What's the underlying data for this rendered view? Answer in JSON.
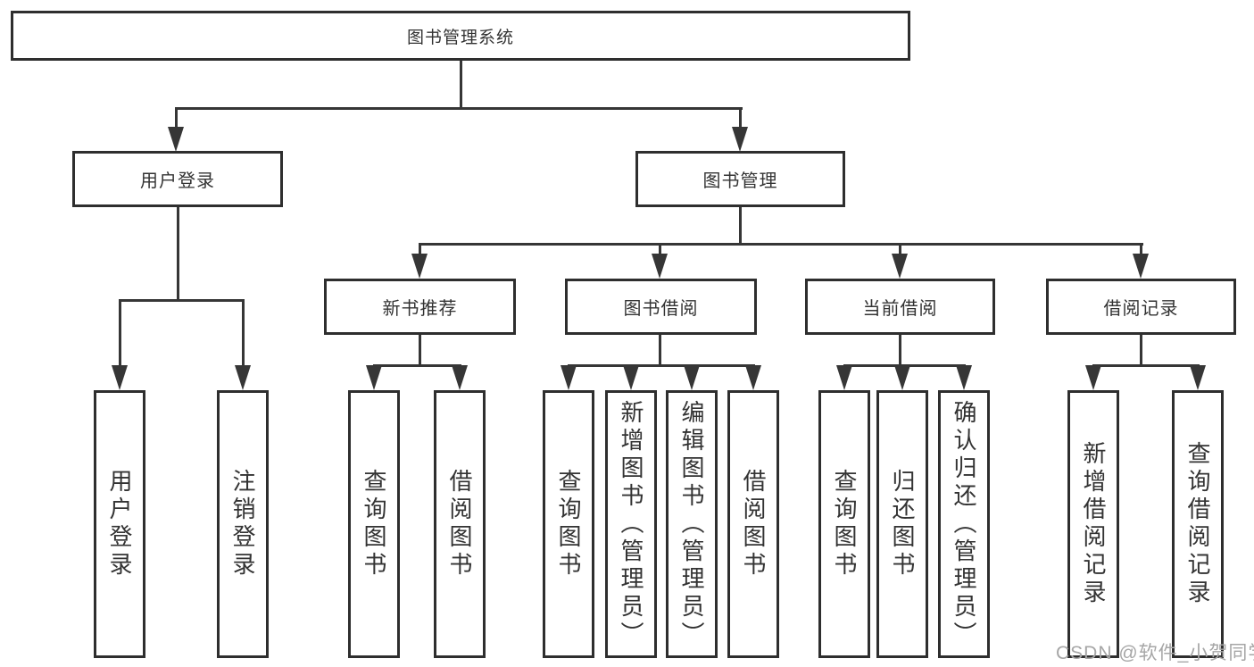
{
  "diagram": {
    "title": "图书管理系统",
    "root": {
      "label": "图书管理系统"
    },
    "branches": [
      {
        "label": "用户登录",
        "children": [
          {
            "label": "用户登录"
          },
          {
            "label": "注销登录"
          }
        ]
      },
      {
        "label": "图书管理",
        "children": [
          {
            "label": "新书推荐",
            "children": [
              {
                "label": "查询图书"
              },
              {
                "label": "借阅图书"
              }
            ]
          },
          {
            "label": "图书借阅",
            "children": [
              {
                "label": "查询图书"
              },
              {
                "label": "新增图书（管理员）"
              },
              {
                "label": "编辑图书（管理员）"
              },
              {
                "label": "借阅图书"
              }
            ]
          },
          {
            "label": "当前借阅",
            "children": [
              {
                "label": "查询图书"
              },
              {
                "label": "归还图书"
              },
              {
                "label": "确认归还（管理员）"
              }
            ]
          },
          {
            "label": "借阅记录",
            "children": [
              {
                "label": "新增借阅记录"
              },
              {
                "label": "查询借阅记录"
              }
            ]
          }
        ]
      }
    ]
  },
  "watermark": {
    "text": "CSDN @软件_小贺同学"
  },
  "colors": {
    "line": "#363636",
    "border": "#2e2e2e",
    "text": "#333333",
    "watermark": "#a6a6a6",
    "background": "#ffffff"
  }
}
